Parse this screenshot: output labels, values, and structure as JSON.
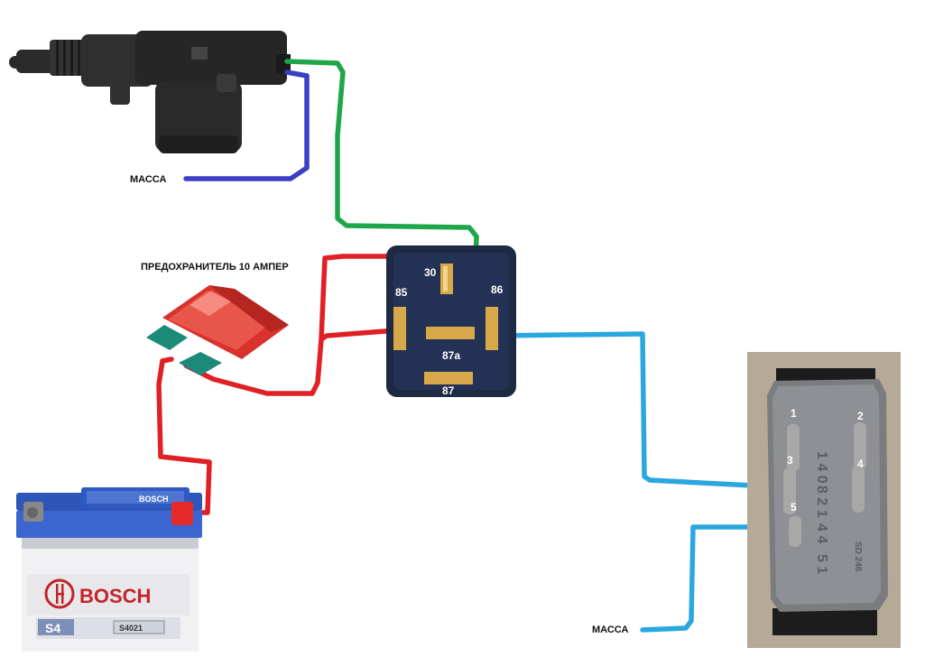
{
  "labels": {
    "ground_top": "МАССА",
    "fuse": "ПРЕДОХРАНИТЕЛЬ 10 АМПЕР",
    "ground_bottom": "МАССА"
  },
  "relay": {
    "pins": [
      "30",
      "85",
      "86",
      "87a",
      "87"
    ]
  },
  "switch": {
    "pins": [
      "1",
      "2",
      "3",
      "4",
      "5"
    ],
    "markings": [
      "1 4 0",
      "8 2 1",
      "4 4",
      "5 1",
      "SD 246"
    ]
  },
  "battery": {
    "brand": "BOSCH",
    "model": "S4",
    "lid_brand": "BOSCH",
    "code": "S4021"
  },
  "colors": {
    "wire_power": "#e02024",
    "wire_ground_top": "#3a3fc4",
    "wire_actuator": "#1ea64a",
    "wire_switch": "#2aa7df",
    "fuse": "#d9312b",
    "relay_body": "#1e2a44",
    "pin_metal": "#d8a84a"
  },
  "icons": {
    "actuator": "door-lock-actuator-icon",
    "fuse": "blade-fuse-icon",
    "relay": "automotive-relay-icon",
    "battery": "car-battery-icon",
    "switch": "window-switch-connector-icon"
  }
}
